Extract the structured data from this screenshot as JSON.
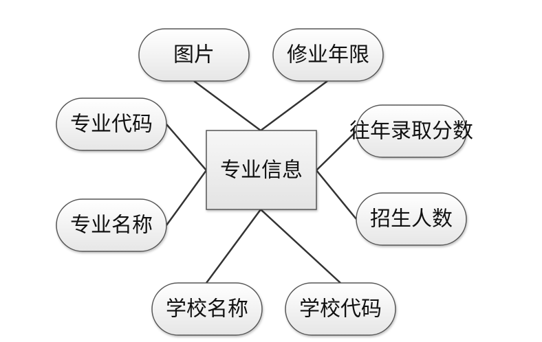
{
  "diagram": {
    "central_entity": "专业信息",
    "attributes": [
      "图片",
      "修业年限",
      "专业代码",
      "往年录取分数",
      "专业名称",
      "招生人数",
      "学校名称",
      "学校代码"
    ]
  }
}
